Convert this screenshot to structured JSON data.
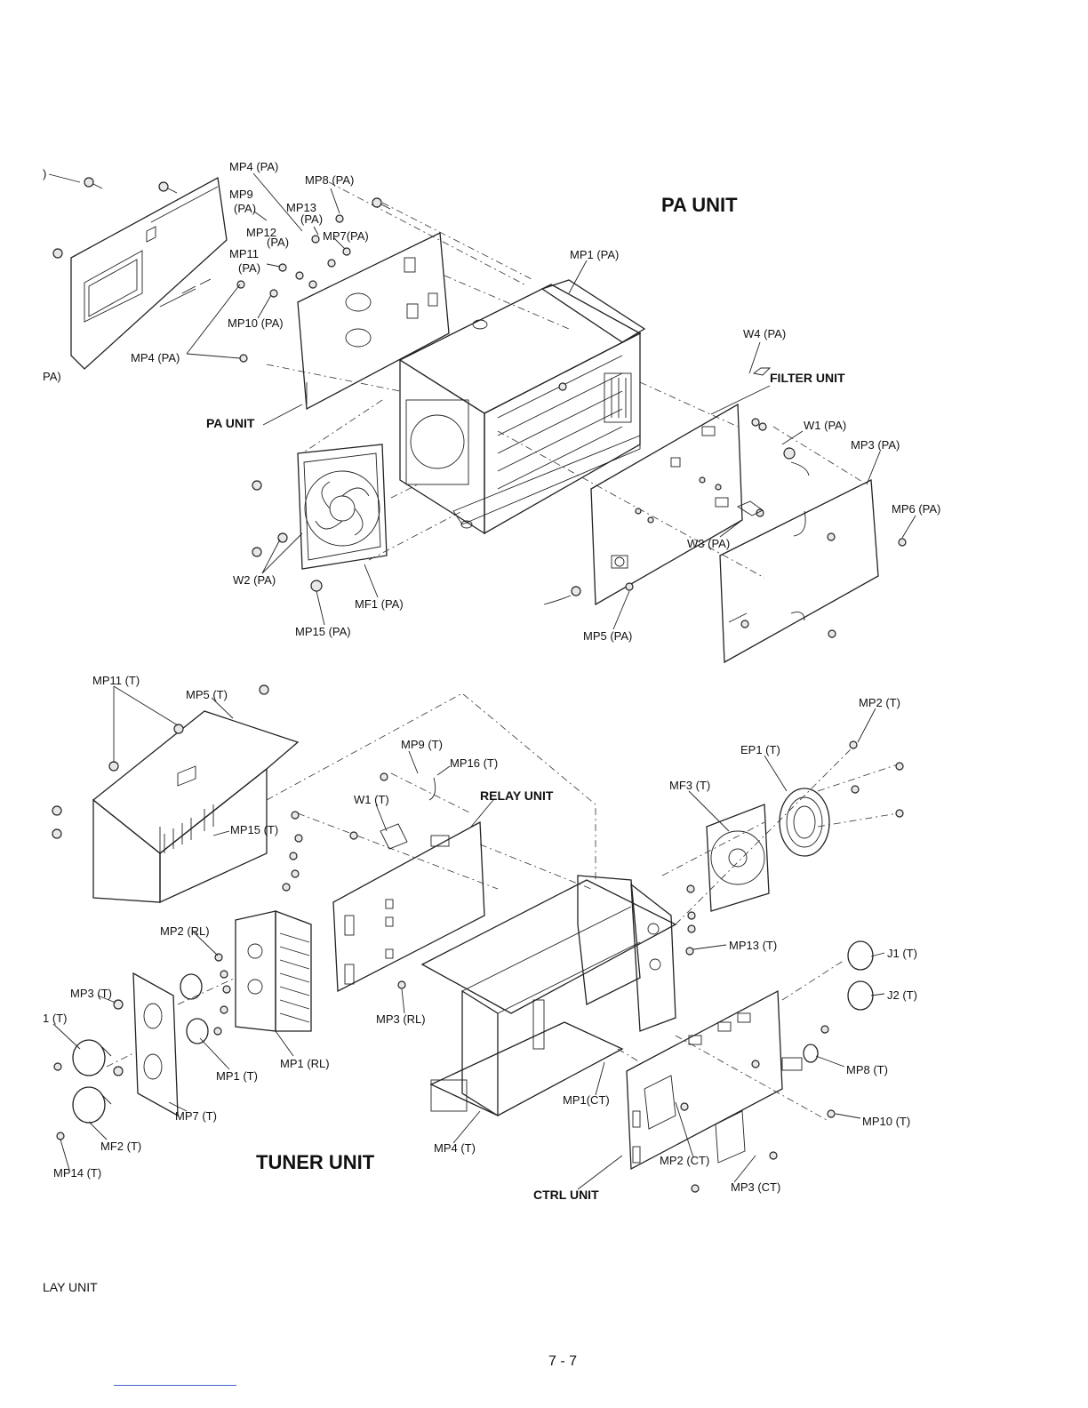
{
  "titles": {
    "pa_unit": "PA UNIT",
    "tuner_unit": "TUNER UNIT"
  },
  "pa_labels": [
    {
      "id": "edge-top",
      "text": ")"
    },
    {
      "id": "mp4-pa-top",
      "text": "MP4 (PA)"
    },
    {
      "id": "mp8-pa",
      "text": "MP8 (PA)"
    },
    {
      "id": "mp9",
      "text": "MP9"
    },
    {
      "id": "mp9-pa",
      "text": "(PA)"
    },
    {
      "id": "mp13",
      "text": "MP13"
    },
    {
      "id": "mp13-pa",
      "text": "(PA)"
    },
    {
      "id": "mp12",
      "text": "MP12"
    },
    {
      "id": "mp12-pa",
      "text": "(PA)"
    },
    {
      "id": "mp7-pa",
      "text": "MP7(PA)"
    },
    {
      "id": "mp11",
      "text": "MP11"
    },
    {
      "id": "mp11-pa",
      "text": "(PA)"
    },
    {
      "id": "mp1-pa",
      "text": "MP1 (PA)"
    },
    {
      "id": "mp10-pa",
      "text": "MP10 (PA)"
    },
    {
      "id": "mp4-pa-low",
      "text": "MP4 (PA)"
    },
    {
      "id": "edge-left",
      "text": "PA)"
    },
    {
      "id": "w4-pa",
      "text": "W4 (PA)"
    },
    {
      "id": "filter-unit",
      "text": "FILTER UNIT",
      "bold": true
    },
    {
      "id": "pa-unit-callout",
      "text": "PA UNIT",
      "bold": true
    },
    {
      "id": "w1-pa",
      "text": "W1 (PA)"
    },
    {
      "id": "mp3-pa",
      "text": "MP3 (PA)"
    },
    {
      "id": "mp6-pa",
      "text": "MP6 (PA)"
    },
    {
      "id": "w3-pa",
      "text": "W3 (PA)"
    },
    {
      "id": "w2-pa",
      "text": "W2 (PA)"
    },
    {
      "id": "mf1-pa",
      "text": "MF1 (PA)"
    },
    {
      "id": "mp15-pa",
      "text": "MP15 (PA)"
    },
    {
      "id": "mp5-pa",
      "text": "MP5 (PA)"
    }
  ],
  "tuner_labels": [
    {
      "id": "mp11-t",
      "text": "MP11 (T)"
    },
    {
      "id": "mp5-t",
      "text": "MP5 (T)"
    },
    {
      "id": "mp2-t",
      "text": "MP2 (T)"
    },
    {
      "id": "mp9-t",
      "text": "MP9 (T)"
    },
    {
      "id": "mp16-t",
      "text": "MP16 (T)"
    },
    {
      "id": "ep1-t",
      "text": "EP1 (T)"
    },
    {
      "id": "w1-t",
      "text": "W1 (T)"
    },
    {
      "id": "relay-unit",
      "text": "RELAY UNIT",
      "bold": true
    },
    {
      "id": "mf3-t",
      "text": "MF3 (T)"
    },
    {
      "id": "mp15-t",
      "text": "MP15 (T)"
    },
    {
      "id": "mp2-rl",
      "text": "MP2 (RL)"
    },
    {
      "id": "mp13-t",
      "text": "MP13 (T)"
    },
    {
      "id": "j1-t",
      "text": "J1 (T)"
    },
    {
      "id": "mp3-t",
      "text": "MP3 (T)"
    },
    {
      "id": "j2-t",
      "text": "J2 (T)"
    },
    {
      "id": "edge-1t",
      "text": "1 (T)"
    },
    {
      "id": "mp3-rl",
      "text": "MP3 (RL)"
    },
    {
      "id": "mp1-rl",
      "text": "MP1 (RL)"
    },
    {
      "id": "mp1-t",
      "text": "MP1 (T)"
    },
    {
      "id": "mp8-t",
      "text": "MP8 (T)"
    },
    {
      "id": "mp1-ct",
      "text": "MP1(CT)"
    },
    {
      "id": "mp7-t",
      "text": "MP7 (T)"
    },
    {
      "id": "mp10-t",
      "text": "MP10 (T)"
    },
    {
      "id": "mf2-t",
      "text": "MF2 (T)"
    },
    {
      "id": "mp4-t",
      "text": "MP4 (T)"
    },
    {
      "id": "mp2-ct",
      "text": "MP2 (CT)"
    },
    {
      "id": "mp14-t",
      "text": "MP14 (T)"
    },
    {
      "id": "mp3-ct",
      "text": "MP3 (CT)"
    },
    {
      "id": "ctrl-unit",
      "text": "CTRL UNIT",
      "bold": true
    }
  ],
  "footer": {
    "left": "LAY UNIT",
    "page": "7 - 7"
  }
}
